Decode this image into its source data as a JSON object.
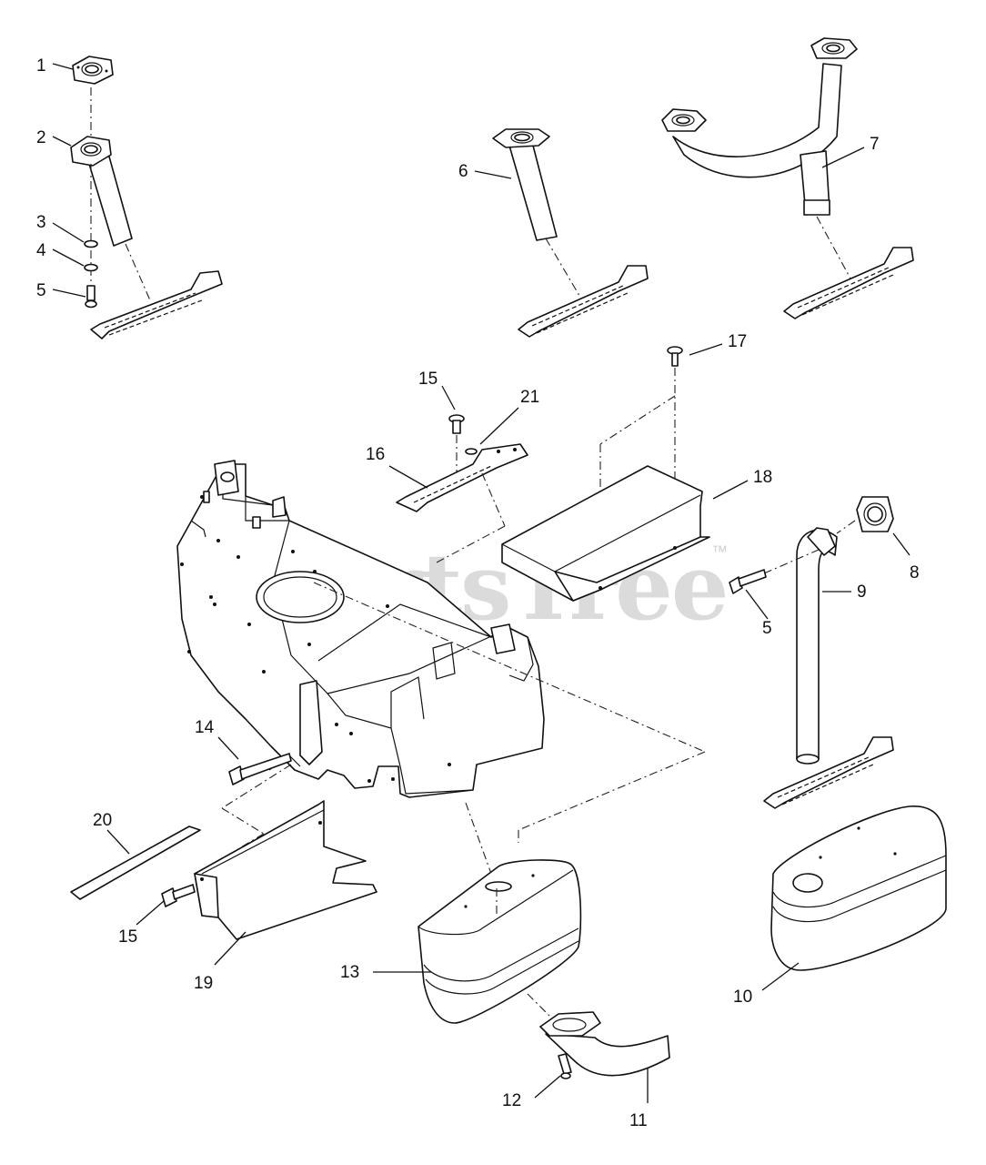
{
  "watermark": {
    "text": "PartsTree",
    "trademark": "™"
  },
  "callouts": [
    {
      "label": "1"
    },
    {
      "label": "2"
    },
    {
      "label": "3"
    },
    {
      "label": "4"
    },
    {
      "label": "5"
    },
    {
      "label": "6"
    },
    {
      "label": "7"
    },
    {
      "label": "15"
    },
    {
      "label": "21"
    },
    {
      "label": "17"
    },
    {
      "label": "16"
    },
    {
      "label": "18"
    },
    {
      "label": "8"
    },
    {
      "label": "9"
    },
    {
      "label": "5"
    },
    {
      "label": "14"
    },
    {
      "label": "20"
    },
    {
      "label": "15"
    },
    {
      "label": "19"
    },
    {
      "label": "13"
    },
    {
      "label": "10"
    },
    {
      "label": "12"
    },
    {
      "label": "11"
    }
  ]
}
